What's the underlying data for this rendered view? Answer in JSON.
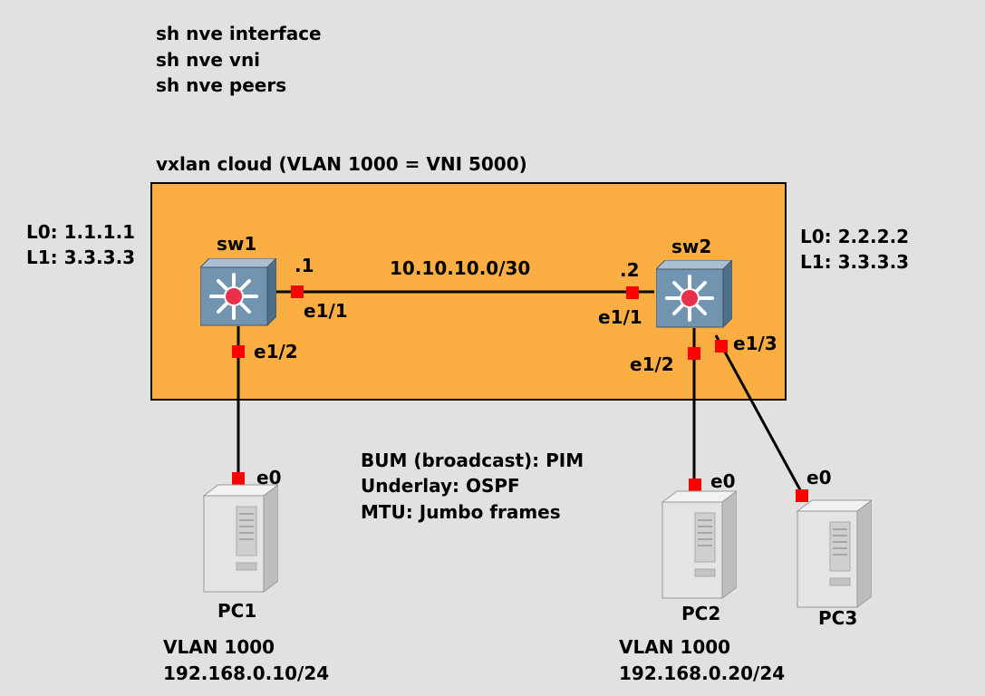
{
  "commands": [
    "sh nve interface",
    "sh nve vni",
    "sh nve peers"
  ],
  "cloud": {
    "label": "vxlan cloud (VLAN 1000 = VNI 5000)",
    "fill": "#fbae42"
  },
  "sw1": {
    "name": "sw1",
    "loopbacks": [
      "L0: 1.1.1.1",
      "L1: 3.3.3.3"
    ],
    "ip_suffix": ".1",
    "ports": {
      "uplink": "e1/1",
      "access": "e1/2"
    }
  },
  "sw2": {
    "name": "sw2",
    "loopbacks": [
      "L0: 2.2.2.2",
      "L1: 3.3.3.3"
    ],
    "ip_suffix": ".2",
    "ports": {
      "uplink": "e1/1",
      "access_pc2": "e1/2",
      "access_pc3": "e1/3"
    }
  },
  "link": {
    "subnet": "10.10.10.0/30"
  },
  "notes": [
    "BUM (broadcast): PIM",
    "Underlay: OSPF",
    "MTU: Jumbo frames"
  ],
  "pc1": {
    "name": "PC1",
    "port": "e0",
    "vlan": "VLAN 1000",
    "ip": "192.168.0.10/24"
  },
  "pc2": {
    "name": "PC2",
    "port": "e0",
    "vlan": "VLAN 1000",
    "ip": "192.168.0.20/24"
  },
  "pc3": {
    "name": "PC3",
    "port": "e0"
  },
  "colors": {
    "background": "#e1e1e1",
    "port": "#ff0000",
    "switch": "#6f8fa8"
  }
}
